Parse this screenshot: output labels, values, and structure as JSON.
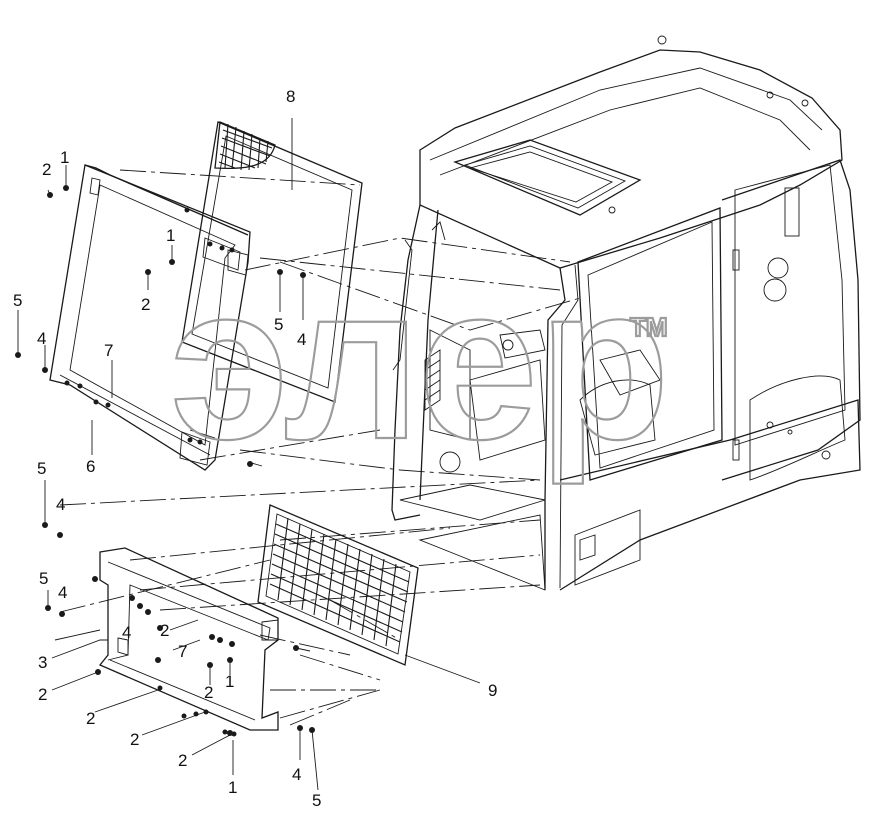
{
  "watermark": {
    "text": "элер",
    "trademark": "TM",
    "color": "#9c9c9c"
  },
  "callouts": [
    {
      "id": "c-8-top",
      "text": "8"
    },
    {
      "id": "c-1-top",
      "text": "1"
    },
    {
      "id": "c-2-top",
      "text": "2"
    },
    {
      "id": "c-1-mid",
      "text": "1"
    },
    {
      "id": "c-2-mid",
      "text": "2"
    },
    {
      "id": "c-5-mid",
      "text": "5"
    },
    {
      "id": "c-4-mid",
      "text": "4"
    },
    {
      "id": "c-5-left",
      "text": "5"
    },
    {
      "id": "c-4-left",
      "text": "4"
    },
    {
      "id": "c-7-left",
      "text": "7"
    },
    {
      "id": "c-6",
      "text": "6"
    },
    {
      "id": "c-5-low",
      "text": "5"
    },
    {
      "id": "c-4-low",
      "text": "4"
    },
    {
      "id": "c-5-low2",
      "text": "5"
    },
    {
      "id": "c-4-low2",
      "text": "4"
    },
    {
      "id": "c-3",
      "text": "3"
    },
    {
      "id": "c-4-frame",
      "text": "4"
    },
    {
      "id": "c-2-frame",
      "text": "2"
    },
    {
      "id": "c-7-frame",
      "text": "7"
    },
    {
      "id": "c-2-frame2",
      "text": "2"
    },
    {
      "id": "c-1-frame",
      "text": "1"
    },
    {
      "id": "c-2-left",
      "text": "2"
    },
    {
      "id": "c-2-left2",
      "text": "2"
    },
    {
      "id": "c-2-left3",
      "text": "2"
    },
    {
      "id": "c-2-bottom",
      "text": "2"
    },
    {
      "id": "c-1-bottom",
      "text": "1"
    },
    {
      "id": "c-9",
      "text": "9"
    },
    {
      "id": "c-4-bottom",
      "text": "4"
    },
    {
      "id": "c-5-bottom",
      "text": "5"
    }
  ]
}
